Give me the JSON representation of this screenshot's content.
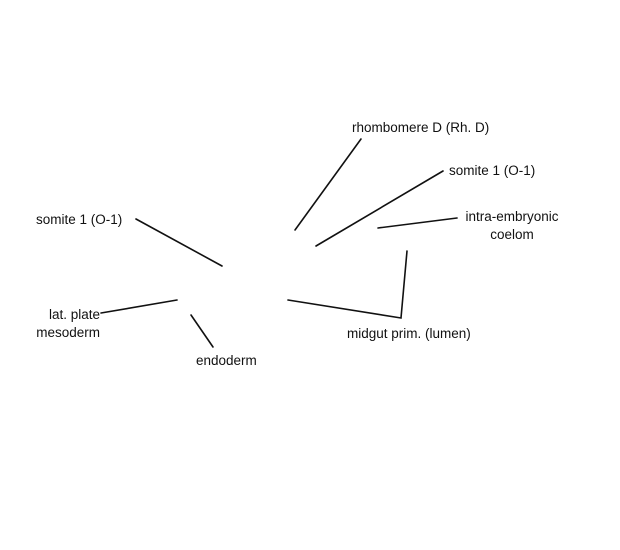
{
  "labels": {
    "rhombomere": "rhombomere D (Rh. D)",
    "somite_right": "somite 1 (O-1)",
    "somite_left": "somite 1 (O-1)",
    "intra_embryonic_line1": "intra-embryonic",
    "intra_embryonic_line2": "coelom",
    "lat_plate_line1": "lat. plate",
    "lat_plate_line2": "mesoderm",
    "midgut": "midgut prim. (lumen)",
    "endoderm": "endoderm"
  },
  "colors": {
    "line": "#111111",
    "text": "#111111",
    "background": "#ffffff"
  }
}
